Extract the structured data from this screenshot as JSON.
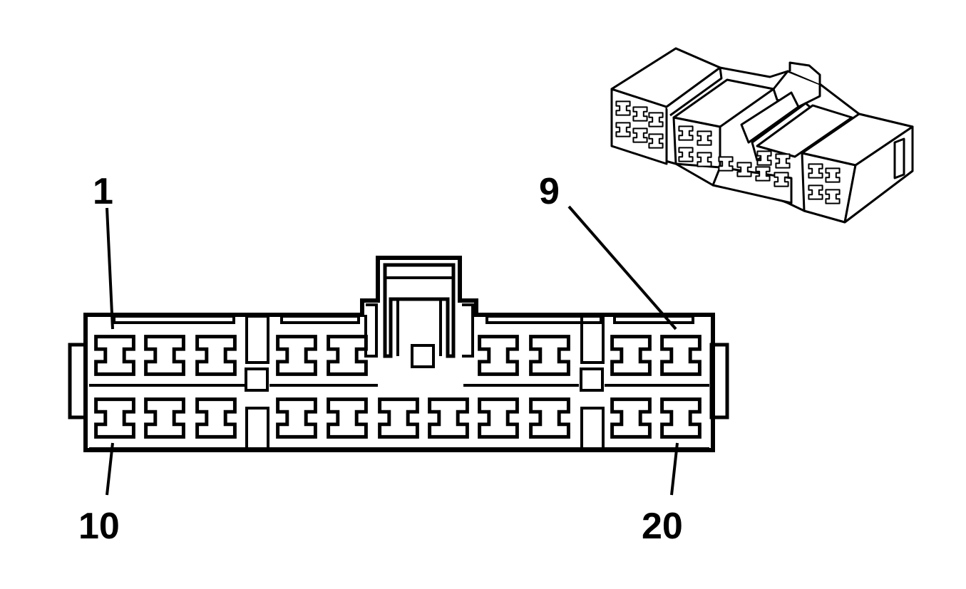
{
  "diagram": {
    "labels": {
      "top_left": "1",
      "top_right": "9",
      "bottom_left": "10",
      "bottom_right": "20"
    },
    "colors": {
      "line": "#000000",
      "background": "#ffffff"
    },
    "connector": {
      "top_row_cavities": 9,
      "bottom_row_cavities": 11
    }
  }
}
